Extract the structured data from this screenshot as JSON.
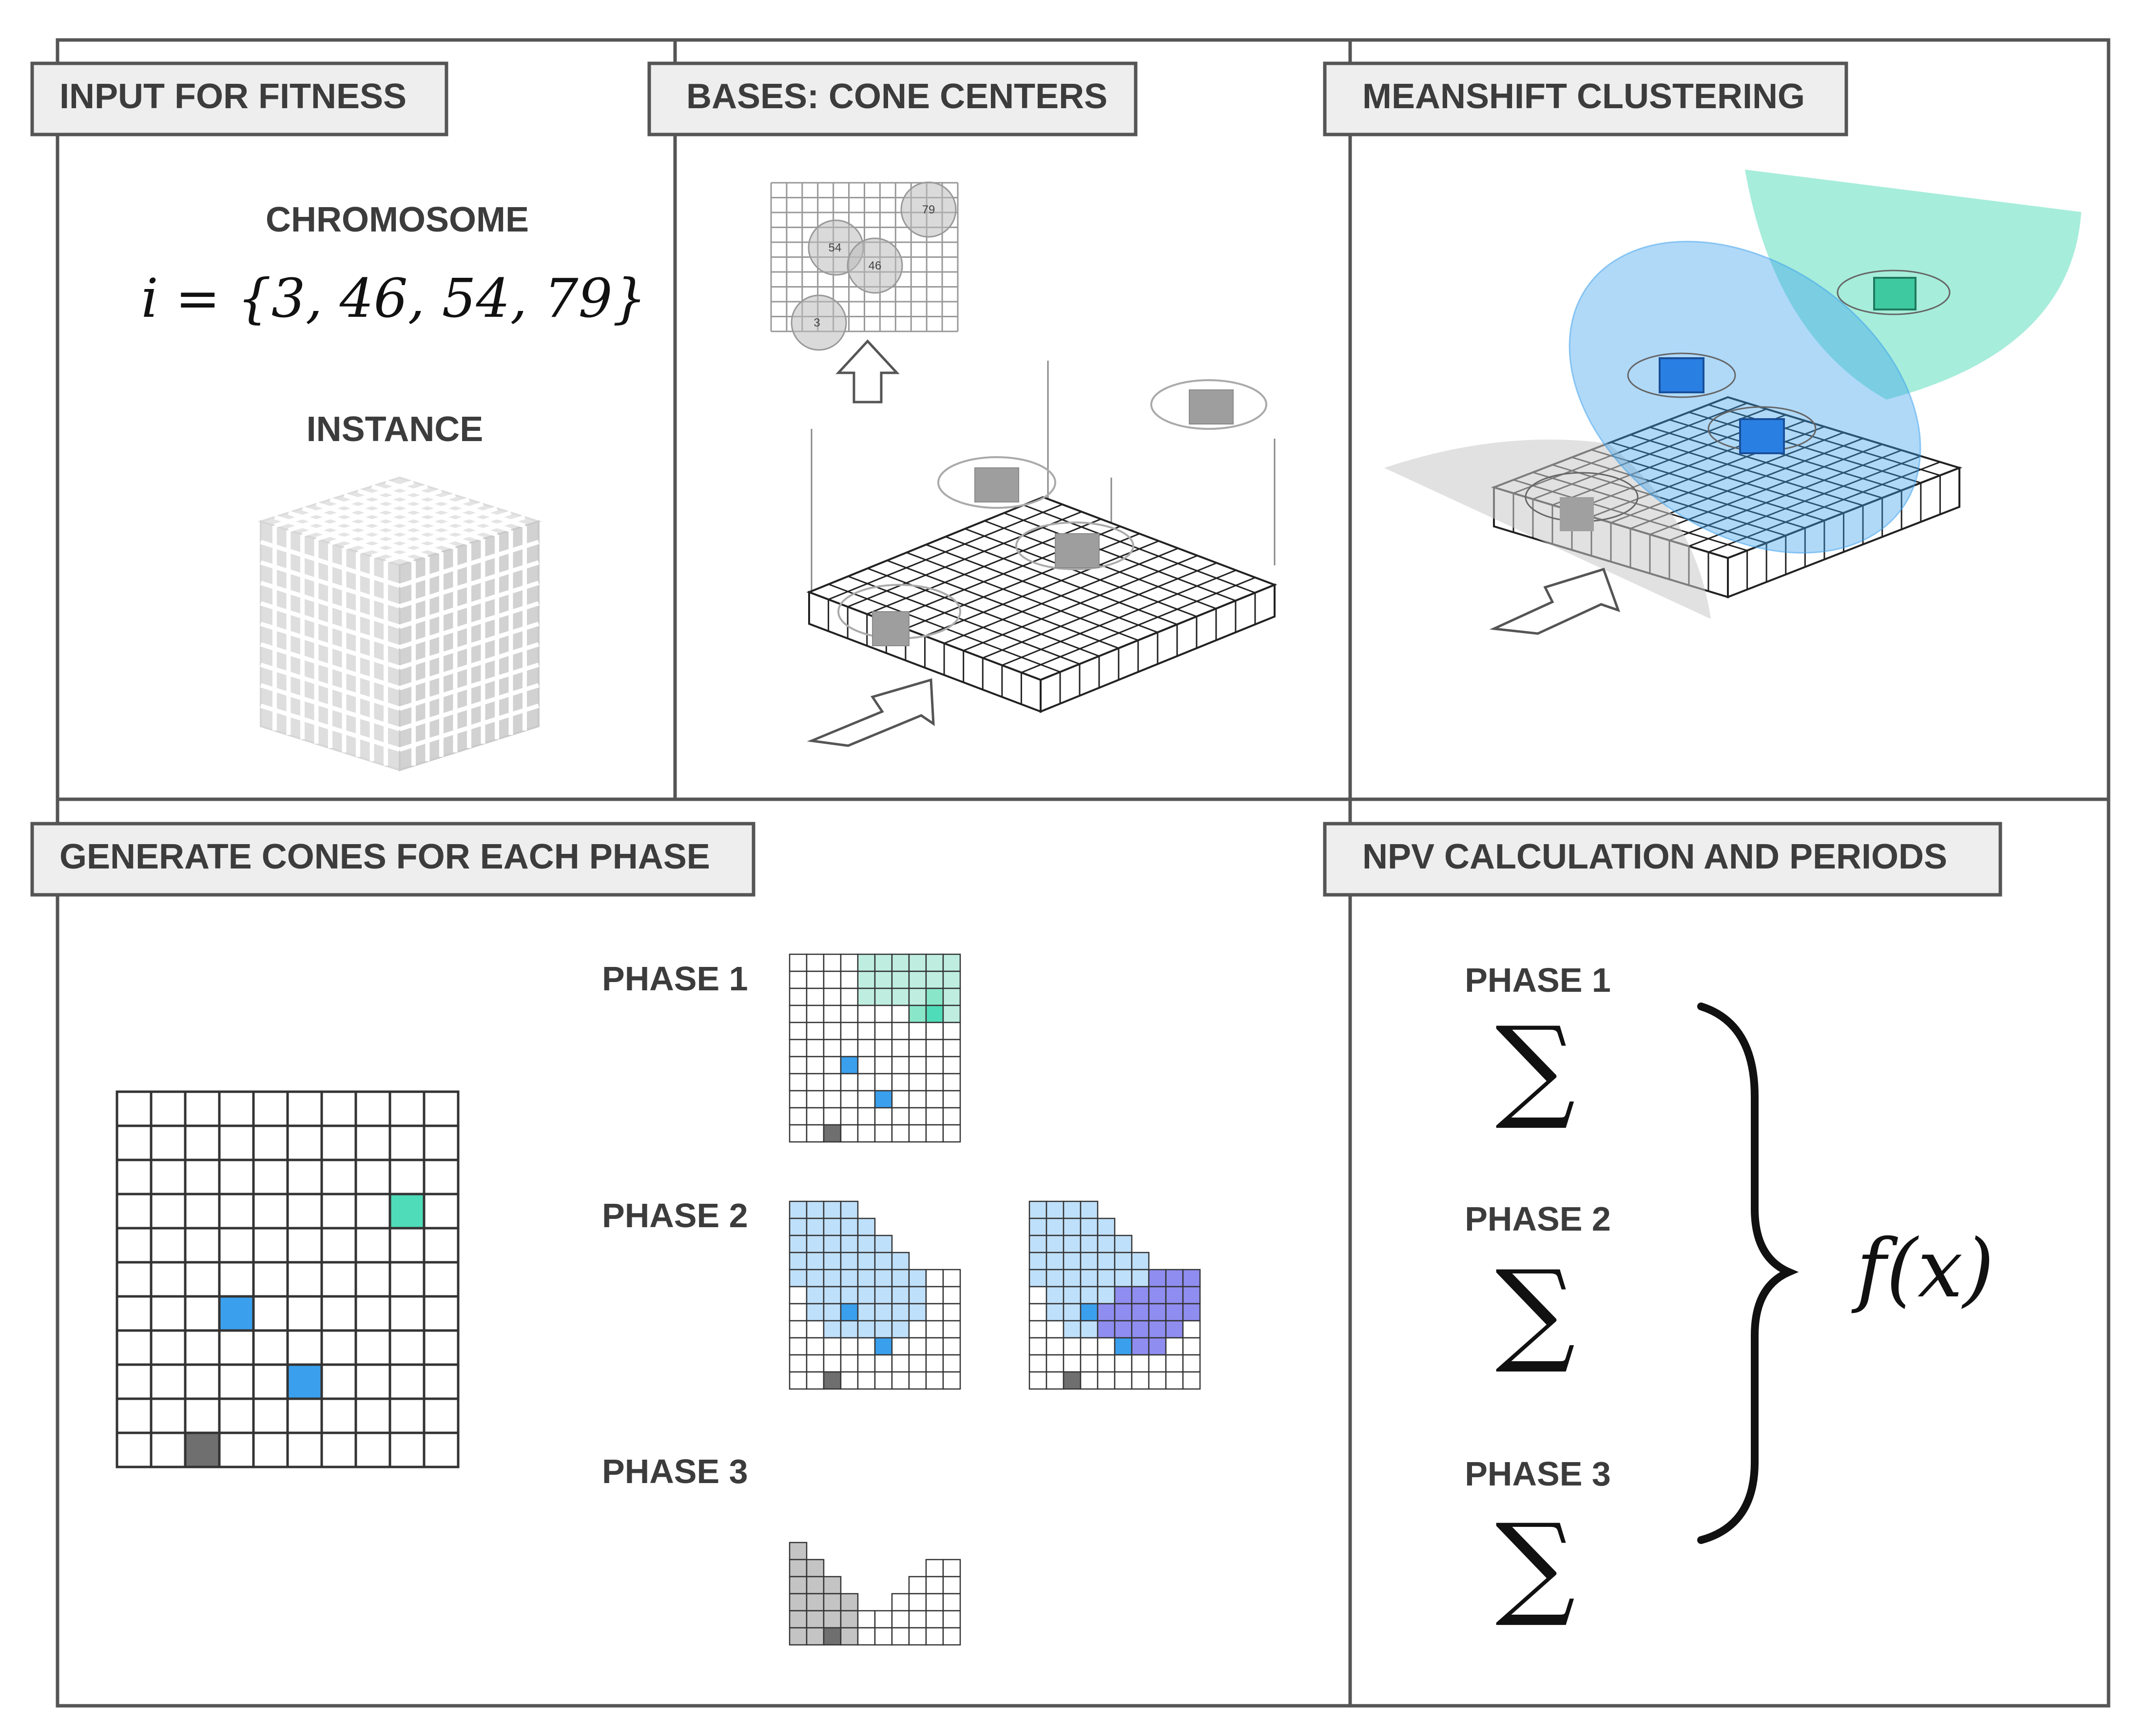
{
  "panels": {
    "input": {
      "title": "INPUT FOR FITNESS",
      "chromosome_label": "CHROMOSOME",
      "chromosome_formula": "i = {3, 46, 54, 79}",
      "instance_label": "INSTANCE"
    },
    "bases": {
      "title": "BASES: CONE CENTERS",
      "markers": [
        "3",
        "54",
        "46",
        "79"
      ]
    },
    "meanshift": {
      "title": "MEANSHIFT CLUSTERING"
    },
    "cones": {
      "title": "GENERATE CONES FOR EACH PHASE",
      "phases": [
        "PHASE 1",
        "PHASE 2",
        "PHASE 3"
      ]
    },
    "npv": {
      "title": "NPV CALCULATION AND PERIODS",
      "phases": [
        "PHASE 1",
        "PHASE 2",
        "PHASE 3"
      ],
      "sum_symbol": "∑",
      "result": "f(x)"
    }
  },
  "colors": {
    "teal": "#4fdcb8",
    "blue": "#3aa0ee",
    "light_blue": "#bfe0fa",
    "purple": "#8f8df0",
    "gray": "#6f6f6f",
    "light_gray": "#c8c8c8",
    "outline": "#555555"
  }
}
